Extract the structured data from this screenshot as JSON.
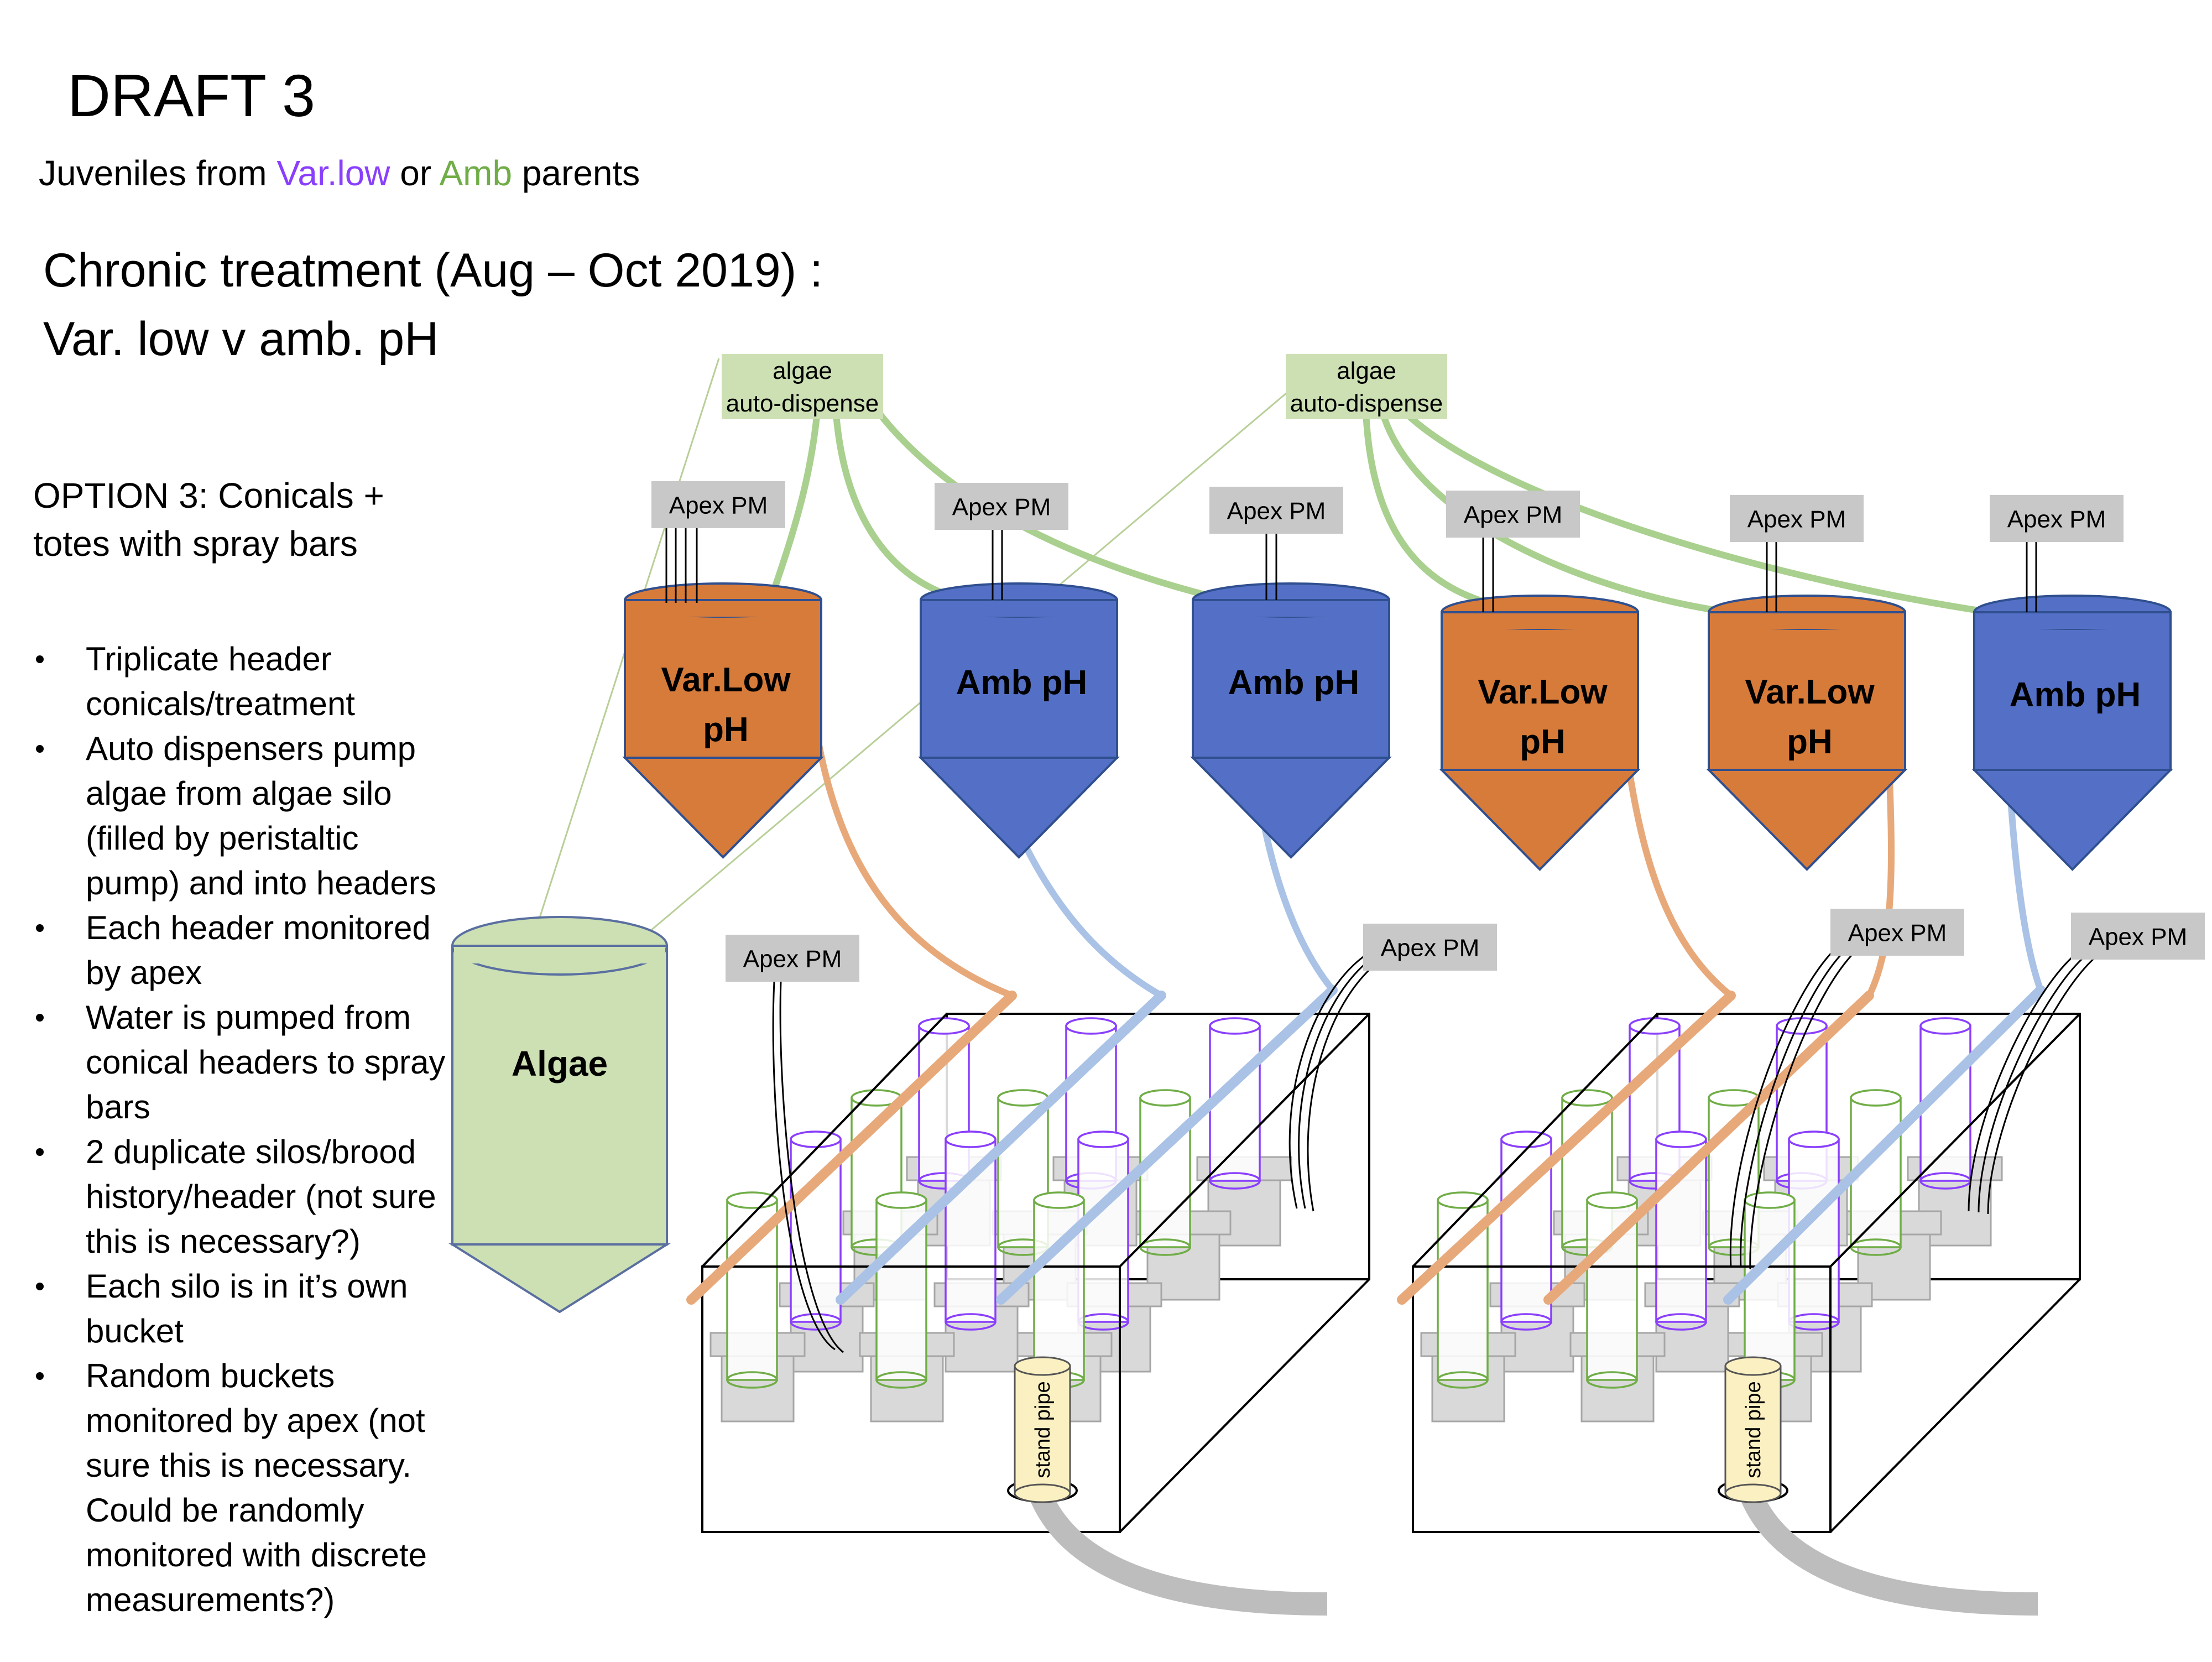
{
  "title": "DRAFT 3",
  "subtitle": {
    "prefix": "Juveniles from ",
    "varlow": "Var.low",
    "middle": " or ",
    "amb": "Amb",
    "suffix": " parents"
  },
  "chronic": {
    "line1": "Chronic treatment (Aug – Oct 2019) :",
    "line2": "Var. low v amb. pH"
  },
  "option": {
    "line1": "OPTION 3:  Conicals +",
    "line2": "totes with spray bars"
  },
  "bullets": [
    [
      "Triplicate header",
      "conicals/treatment"
    ],
    [
      "Auto dispensers pump",
      "algae from algae silo",
      "(filled by peristaltic",
      "pump) and into headers"
    ],
    [
      "Each header monitored",
      "by apex"
    ],
    [
      "Water is pumped from",
      "conical headers to spray",
      "bars"
    ],
    [
      "2 duplicate silos/brood",
      "history/header (not sure",
      "this is necessary?)"
    ],
    [
      "Each silo is in it’s own",
      "bucket"
    ],
    [
      "Random buckets",
      "monitored by apex (not",
      "sure this is necessary.",
      "Could be randomly",
      "monitored with discrete",
      "measurements?)"
    ]
  ],
  "dispensers": [
    {
      "line1": "algae",
      "line2": "auto-dispense"
    },
    {
      "line1": "algae",
      "line2": "auto-dispense"
    }
  ],
  "apex_label": "Apex PM",
  "tanks": [
    {
      "line1": "Var.Low",
      "line2": "pH",
      "kind": "varlow"
    },
    {
      "line1": "Amb pH",
      "line2": "",
      "kind": "amb"
    },
    {
      "line1": "Amb pH",
      "line2": "",
      "kind": "amb"
    },
    {
      "line1": "Var.Low",
      "line2": "pH",
      "kind": "varlow"
    },
    {
      "line1": "Var.Low",
      "line2": "pH",
      "kind": "varlow"
    },
    {
      "line1": "Amb pH",
      "line2": "",
      "kind": "amb"
    }
  ],
  "algae_silo": "Algae",
  "stand_pipe": "stand pipe",
  "colors": {
    "varlow_text": "#8a3ffc",
    "amb_text": "#70ad47",
    "varlow_tank": "#d77b3a",
    "amb_tank": "#5470c6",
    "algae_fill": "#cde0b4",
    "algae_line": "#a9d08e",
    "orange_pipe": "#e8a97a",
    "blue_pipe": "#a9c2e6",
    "apex_box": "#c8c8c8",
    "silo_purple": "#8a3ffc",
    "silo_green": "#70ad47",
    "bucket": "#d9d9d9",
    "drain": "#bdbdbd",
    "standpipe_fill": "#fbf0c2"
  }
}
